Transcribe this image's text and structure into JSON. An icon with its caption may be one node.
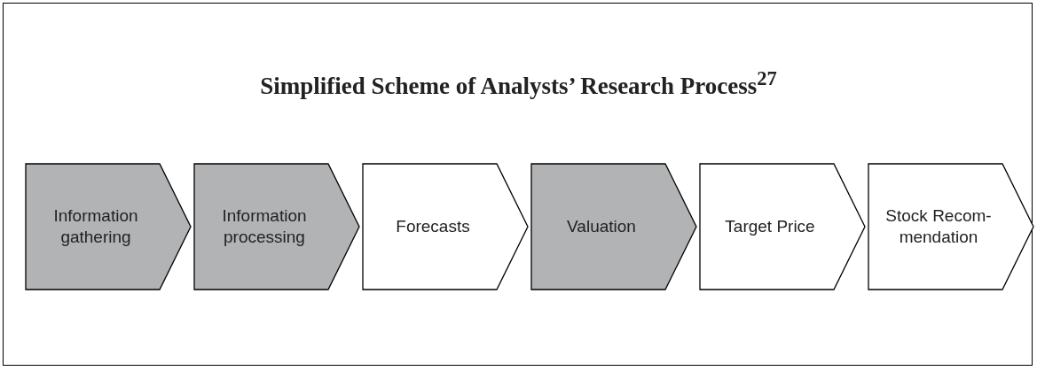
{
  "diagram": {
    "title": "Simplified Scheme of Analysts’ Research Process$^{27}$",
    "nodes": [
      {
        "text": [
          "Information gathering"
        ]
      },
      {
        "text": [
          "Information processing"
        ]
      },
      {
        "text": [
          "Forecasts"
        ]
      },
      {
        "text": [
          "Valuation"
        ]
      },
      {
        "text": [
          "Target Price"
        ]
      },
      {
        "text": [
          "Stock Recom-mendation"
        ]
      }
    ]
  }
}
